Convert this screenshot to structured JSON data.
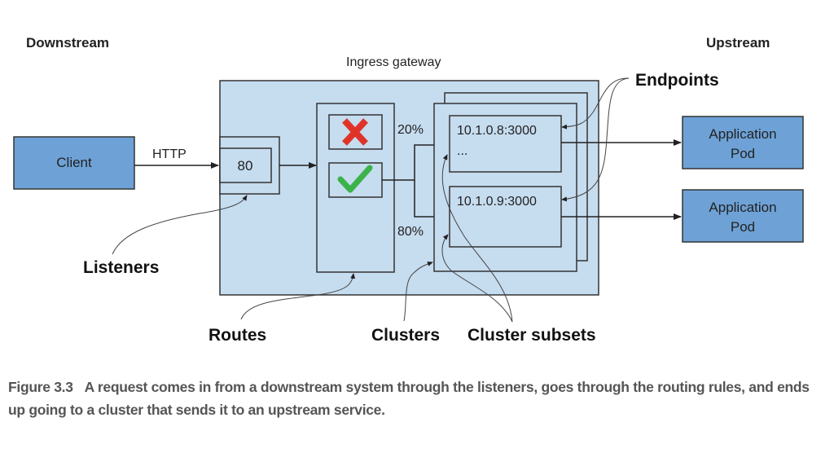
{
  "headers": {
    "downstream": "Downstream",
    "upstream": "Upstream"
  },
  "gateway": {
    "title": "Ingress gateway",
    "listener_port": "80",
    "route_reject_icon": "red-x-icon",
    "route_accept_icon": "green-check-icon",
    "weight_top": "20%",
    "weight_bottom": "80%",
    "subset_top": {
      "endpoint": "10.1.0.8:3000",
      "more": "..."
    },
    "subset_bottom": {
      "endpoint": "10.1.0.9:3000"
    }
  },
  "client": {
    "label": "Client",
    "protocol": "HTTP"
  },
  "pods": [
    {
      "line1": "Application",
      "line2": "Pod"
    },
    {
      "line1": "Application",
      "line2": "Pod"
    }
  ],
  "callouts": {
    "endpoints": "Endpoints",
    "listeners": "Listeners",
    "routes": "Routes",
    "clusters": "Clusters",
    "cluster_subsets": "Cluster subsets"
  },
  "colors": {
    "gateway_fill": "#c6dcef",
    "node_fill": "#6ea2d6",
    "reject": "#e03328",
    "accept": "#3cb34a"
  },
  "caption": {
    "figure": "Figure 3.3",
    "text": "A request comes in from a downstream system through the listeners, goes through the routing rules, and ends up going to a cluster that sends it to an upstream service."
  }
}
